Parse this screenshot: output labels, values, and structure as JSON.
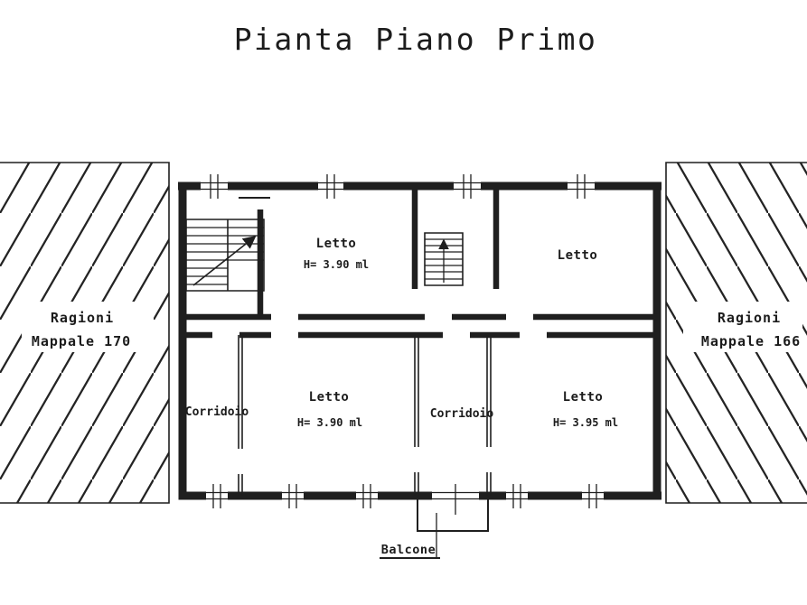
{
  "title": "Pianta Piano Primo",
  "parcels": {
    "left": {
      "line1": "Ragioni",
      "line2": "Mappale 170"
    },
    "right": {
      "line1": "Ragioni",
      "line2": "Mappale 166"
    }
  },
  "rooms": {
    "letto_top_center": {
      "label": "Letto",
      "height": "H= 3.90 ml"
    },
    "letto_top_right": {
      "label": "Letto"
    },
    "letto_bottom_center": {
      "label": "Letto",
      "height": "H= 3.90 ml"
    },
    "letto_bottom_right": {
      "label": "Letto",
      "height": "H= 3.95 ml"
    },
    "corridoio_left": {
      "label": "Corridoio"
    },
    "corridoio_center": {
      "label": "Corridoio"
    },
    "balcone": {
      "label": "Balcone"
    }
  },
  "colors": {
    "ink": "#1f1f1f",
    "paper": "#ffffff"
  }
}
